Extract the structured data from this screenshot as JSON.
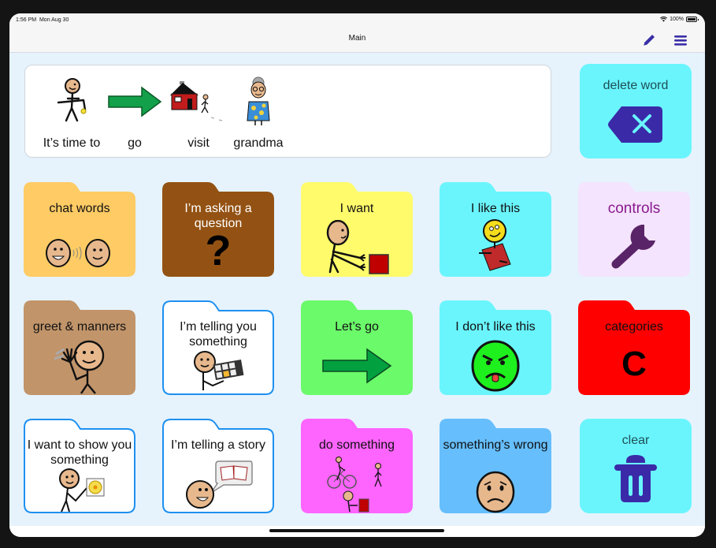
{
  "status_bar": {
    "time": "1:56 PM",
    "date": "Mon Aug 30",
    "battery": "100%",
    "wifi_icon": "wifi-icon",
    "battery_icon": "battery-icon"
  },
  "nav": {
    "title": "Main",
    "edit_icon": "pencil-icon",
    "menu_icon": "hamburger-menu-icon",
    "accent_color": "#3a2fa8"
  },
  "sentence_bar": {
    "words": [
      {
        "label": "It’s time to",
        "icon": "person-looking-at-watch-icon"
      },
      {
        "label": "go",
        "icon": "green-arrow-right-icon"
      },
      {
        "label": "visit",
        "icon": "person-walking-to-house-icon"
      },
      {
        "label": "grandma",
        "icon": "grandmother-icon"
      }
    ]
  },
  "delete_word": {
    "label": "delete word",
    "icon": "backspace-icon",
    "color": "#6af5fd"
  },
  "grid": [
    {
      "label": "chat words",
      "type": "folder",
      "color": "#fecb64",
      "icon": "two-faces-talking-icon"
    },
    {
      "label": "I’m asking a question",
      "type": "folder",
      "color": "#935213",
      "text_color": "#ffffff",
      "icon": "question-mark-icon"
    },
    {
      "label": "I want",
      "type": "folder",
      "color": "#fffb6b",
      "icon": "person-reaching-for-box-icon"
    },
    {
      "label": "I like this",
      "type": "folder",
      "color": "#6af5fd",
      "icon": "happy-face-holding-book-icon"
    },
    {
      "label": "controls",
      "type": "folder",
      "color": "#f4e4fd",
      "text_color": "#8a1a8e",
      "icon": "wrench-icon"
    },
    {
      "label": "greet & manners",
      "type": "folder",
      "color": "#c1946a",
      "icon": "person-waving-icon"
    },
    {
      "label": "I’m telling you something",
      "type": "folder-outline",
      "color": "#ffffff",
      "border": "#1e90f0",
      "icon": "person-holding-board-icon"
    },
    {
      "label": "Let’s go",
      "type": "folder",
      "color": "#6bfa6a",
      "icon": "green-arrow-right-icon"
    },
    {
      "label": "I don’t like this",
      "type": "folder",
      "color": "#6af5fd",
      "icon": "angry-green-face-icon"
    },
    {
      "label": "categories",
      "type": "folder",
      "color": "#fe0000",
      "icon": "letter-c-icon",
      "glyph": "C"
    },
    {
      "label": "I want to show you something",
      "type": "folder-outline",
      "color": "#ffffff",
      "border": "#1e90f0",
      "icon": "person-showing-flower-icon"
    },
    {
      "label": "I’m telling a story",
      "type": "folder-outline",
      "color": "#ffffff",
      "border": "#1e90f0",
      "icon": "face-with-book-speech-bubble-icon"
    },
    {
      "label": "do something",
      "type": "folder",
      "color": "#fe64fe",
      "icon": "activities-icon"
    },
    {
      "label": "something’s wrong",
      "type": "folder",
      "color": "#66befc",
      "icon": "worried-face-icon"
    },
    {
      "label": "clear",
      "type": "button",
      "color": "#6af5fd",
      "icon": "trash-can-icon"
    }
  ],
  "question_glyph": "?"
}
